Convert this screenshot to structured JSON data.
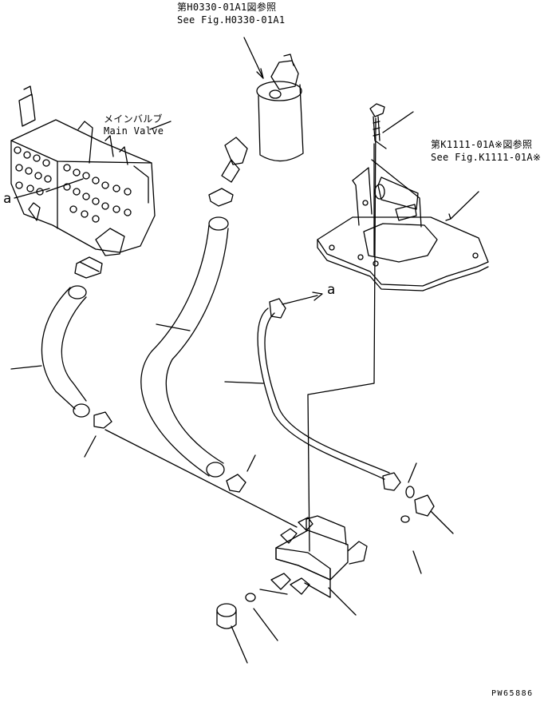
{
  "references": {
    "top": {
      "jp": "第H0330-01A1図参照",
      "en": "See Fig.H0330-01A1"
    },
    "right": {
      "jp": "第K1111-01A※図参照",
      "en": "See Fig.K1111-01A※"
    }
  },
  "parts": {
    "main_valve": {
      "jp": "メインバルブ",
      "en": "Main Valve"
    }
  },
  "connector_labels": {
    "left": "a",
    "right": "a"
  },
  "drawing_number": "PW65886",
  "colors": {
    "line": "#000000",
    "background": "#ffffff"
  }
}
